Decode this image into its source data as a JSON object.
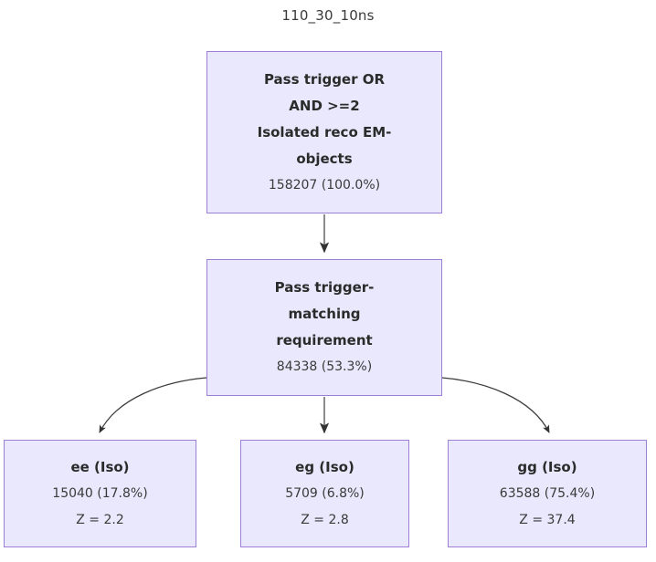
{
  "title": "110_30_10ns",
  "theme": {
    "node_fill": "#e9e8fc",
    "node_border": "#9d7fd6",
    "edge_color": "#555555",
    "text_color": "#2f2f2f",
    "background": "#ffffff"
  },
  "nodes": {
    "root": {
      "label_lines": [
        "Pass trigger OR",
        "AND >=2",
        "Isolated reco EM-",
        "objects"
      ],
      "value": "158207 (100.0%)"
    },
    "match": {
      "label_lines": [
        "Pass trigger-",
        "matching",
        "requirement"
      ],
      "value": "84338 (53.3%)"
    },
    "ee": {
      "label": "ee (Iso)",
      "value": "15040 (17.8%)",
      "significance": "Z = 2.2"
    },
    "eg": {
      "label": "eg (Iso)",
      "value": "5709 (6.8%)",
      "significance": "Z = 2.8"
    },
    "gg": {
      "label": "gg (Iso)",
      "value": "63588 (75.4%)",
      "significance": "Z = 37.4"
    }
  },
  "edges": [
    {
      "from": "root",
      "to": "match",
      "shape": "straight"
    },
    {
      "from": "match",
      "to": "ee",
      "shape": "curved"
    },
    {
      "from": "match",
      "to": "eg",
      "shape": "straight"
    },
    {
      "from": "match",
      "to": "gg",
      "shape": "curved"
    }
  ],
  "chart_data": {
    "type": "diagram",
    "title": "110_30_10ns",
    "kind": "cutflow-flowchart",
    "nodes": [
      {
        "id": "root",
        "text": "Pass trigger OR AND >=2 Isolated reco EM-objects",
        "count": 158207,
        "percent": 100.0
      },
      {
        "id": "match",
        "text": "Pass trigger-matching requirement",
        "count": 84338,
        "percent": 53.3
      },
      {
        "id": "ee",
        "text": "ee (Iso)",
        "count": 15040,
        "percent": 17.8,
        "Z": 2.2
      },
      {
        "id": "eg",
        "text": "eg (Iso)",
        "count": 5709,
        "percent": 6.8,
        "Z": 2.8
      },
      {
        "id": "gg",
        "text": "gg (Iso)",
        "count": 63588,
        "percent": 75.4,
        "Z": 37.4
      }
    ],
    "edges": [
      [
        "root",
        "match"
      ],
      [
        "match",
        "ee"
      ],
      [
        "match",
        "eg"
      ],
      [
        "match",
        "gg"
      ]
    ]
  }
}
